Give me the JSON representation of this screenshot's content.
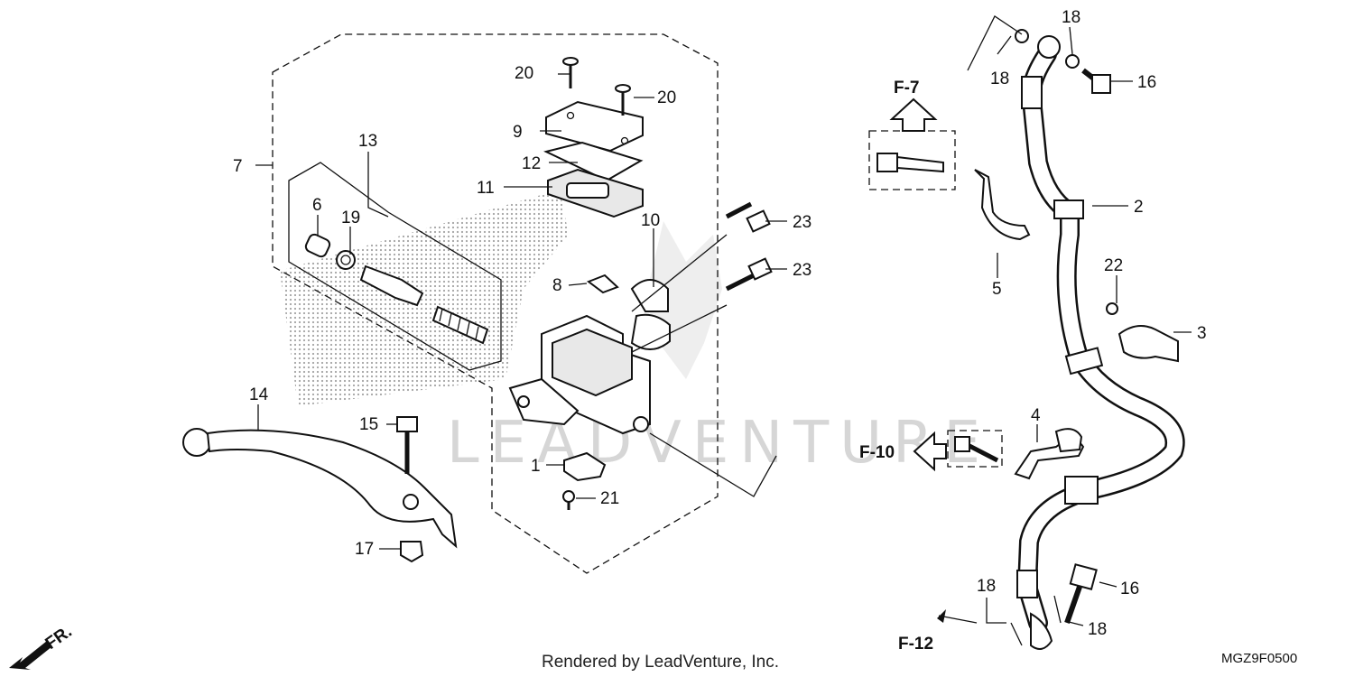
{
  "diagram": {
    "callouts": {
      "c1": "1",
      "c2": "2",
      "c3": "3",
      "c4": "4",
      "c5": "5",
      "c6": "6",
      "c7": "7",
      "c8": "8",
      "c9": "9",
      "c10": "10",
      "c11": "11",
      "c12": "12",
      "c13": "13",
      "c14": "14",
      "c15": "15",
      "c16a": "16",
      "c16b": "16",
      "c17": "17",
      "c18a": "18",
      "c18b": "18",
      "c18c": "18",
      "c18d": "18",
      "c19": "19",
      "c20a": "20",
      "c20b": "20",
      "c21": "21",
      "c22": "22",
      "c23a": "23",
      "c23b": "23"
    },
    "refs": {
      "f7": "F-7",
      "f10": "F-10",
      "f12": "F-12"
    },
    "front_arrow": "FR.",
    "watermark": "LEADVENTURE",
    "footer": "Rendered by LeadVenture, Inc.",
    "code": "MGZ9F0500"
  }
}
